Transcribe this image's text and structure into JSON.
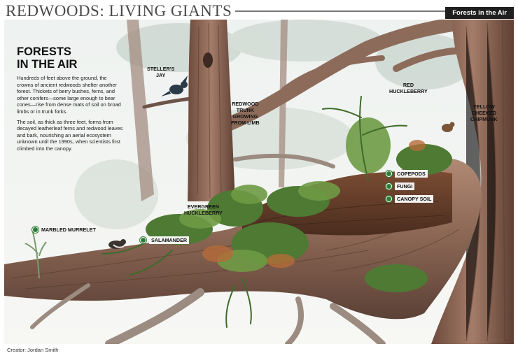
{
  "header": {
    "title": "REDWOODS: LIVING GIANTS",
    "section_tab": "Forests in the Air"
  },
  "intro": {
    "title": "FORESTS\nIN THE AIR",
    "paragraphs": [
      "Hundreds of feet above the ground, the crowns of ancient redwoods shelter another forest. Thickets of berry bushes, ferns, and other conifers—some large enough to bear cones—rise from dense mats of soil on broad limbs or in trunk forks.",
      "The soil, as thick as three feet, forms from decayed leatherleaf ferns and redwood leaves and bark, nourishing an aerial ecosystem unknown until the 1990s, when scientists first climbed into the canopy."
    ]
  },
  "labels": {
    "stellers_jay": "STELLER'S\nJAY",
    "redwood_trunk": "REDWOOD\nTRUNK\nGROWING\nFROM LIMB",
    "red_huckleberry": "RED\nHUCKLEBERRY",
    "chipmunk": "YELLOW\nCHEEKED\nCHIPMUNK",
    "evergreen_huckleberry": "EVERGREEN\nHUCKLEBERRY"
  },
  "pins": {
    "copepods": "COPEPODS",
    "fungi": "FUNGI",
    "canopy_soil": "CANOPY SOIL",
    "marbled_murrelet": "MARBLED MURRELET",
    "salamander": "SALAMANDER"
  },
  "credit": "Creator: Jordan Smith",
  "colors": {
    "pin_green": "#2f7d3a",
    "bark_red": "#8b5a45",
    "foliage_green": "#5e8a3c",
    "sky": "#dfe6e4"
  }
}
